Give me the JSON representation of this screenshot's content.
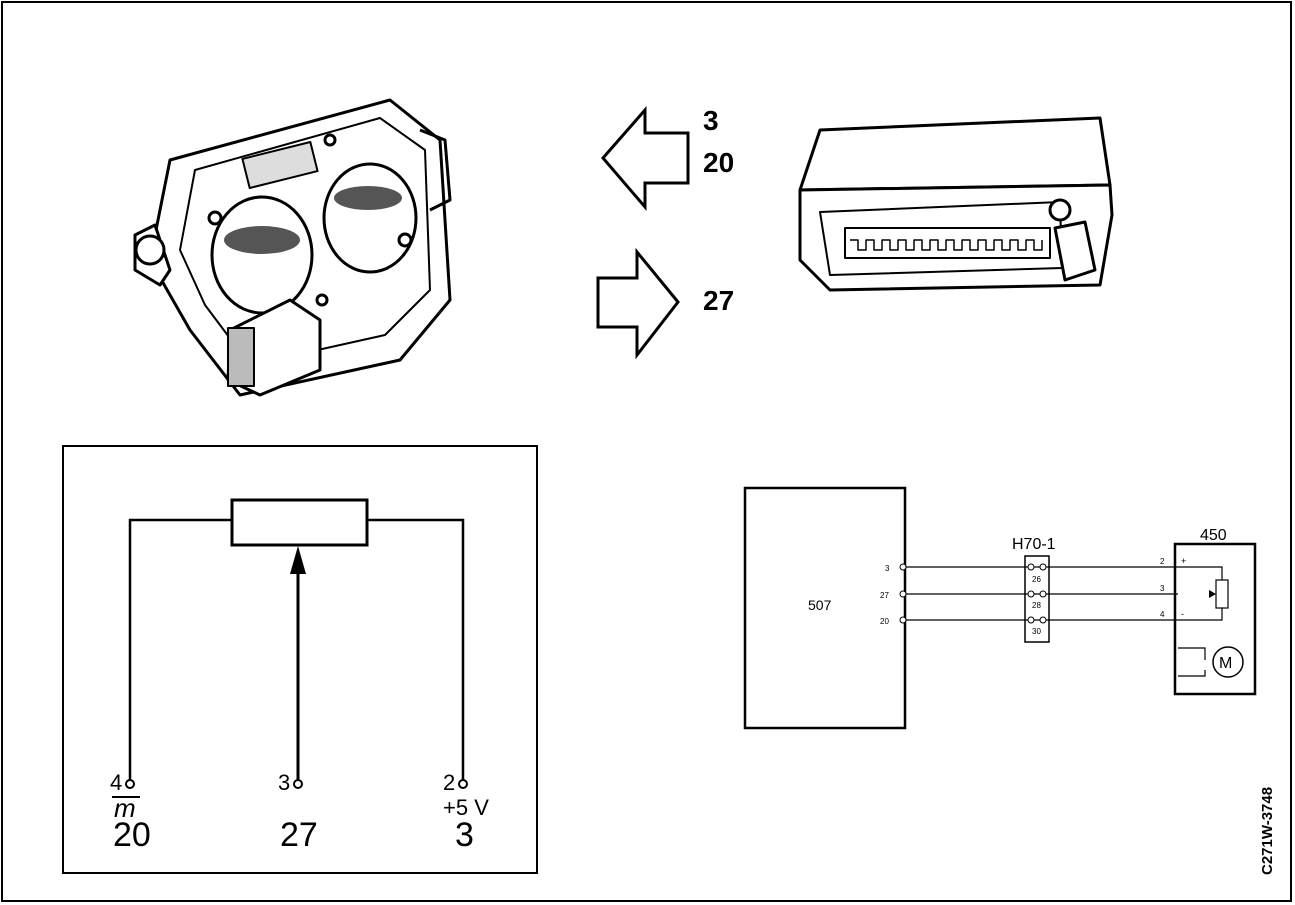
{
  "signal_arrows": {
    "to_ecu_labels": [
      "3",
      "20"
    ],
    "from_ecu_label": "27"
  },
  "schematic": {
    "pins": [
      {
        "pin": "4",
        "symbol": "m",
        "ecu_pin": "20"
      },
      {
        "pin": "3",
        "symbol": "",
        "ecu_pin": "27"
      },
      {
        "pin": "2",
        "symbol": "+5 V",
        "ecu_pin": "3"
      }
    ]
  },
  "wiring": {
    "ecu_label": "507",
    "connector_label": "H70-1",
    "component_label": "450",
    "motor_label": "M",
    "ecu_pins": [
      "3",
      "27",
      "20"
    ],
    "connector_pins": [
      "26",
      "28",
      "30"
    ],
    "component_pins": [
      "2",
      "3",
      "4"
    ],
    "polarity": [
      "+",
      "-"
    ]
  },
  "figure_code": "C271W-3748"
}
